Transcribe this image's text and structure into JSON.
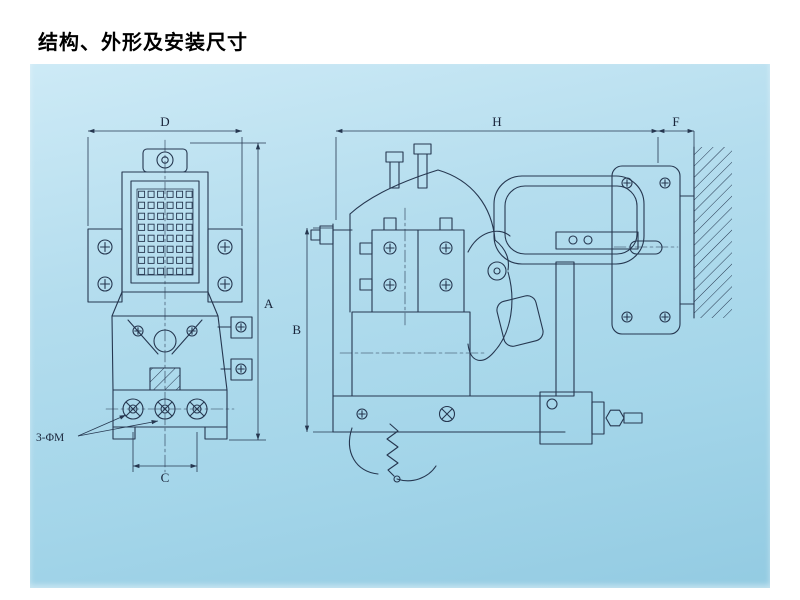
{
  "page": {
    "title": "结构、外形及安装尺寸"
  },
  "colors": {
    "background": "#ffffff",
    "panel_blue_top": "#cdeaf6",
    "panel_blue_bottom": "#93cbe2",
    "line_ink": "#263750",
    "title_text": "#000000"
  },
  "drawing": {
    "front_view": {
      "dim_width_top": "D",
      "dim_height_right": "A",
      "dim_bottom": "C",
      "mounting_hole_callout": "3-ΦM"
    },
    "side_view": {
      "dim_width_top": "H",
      "dim_wall_gap_top": "F",
      "dim_height_left": "B"
    }
  }
}
